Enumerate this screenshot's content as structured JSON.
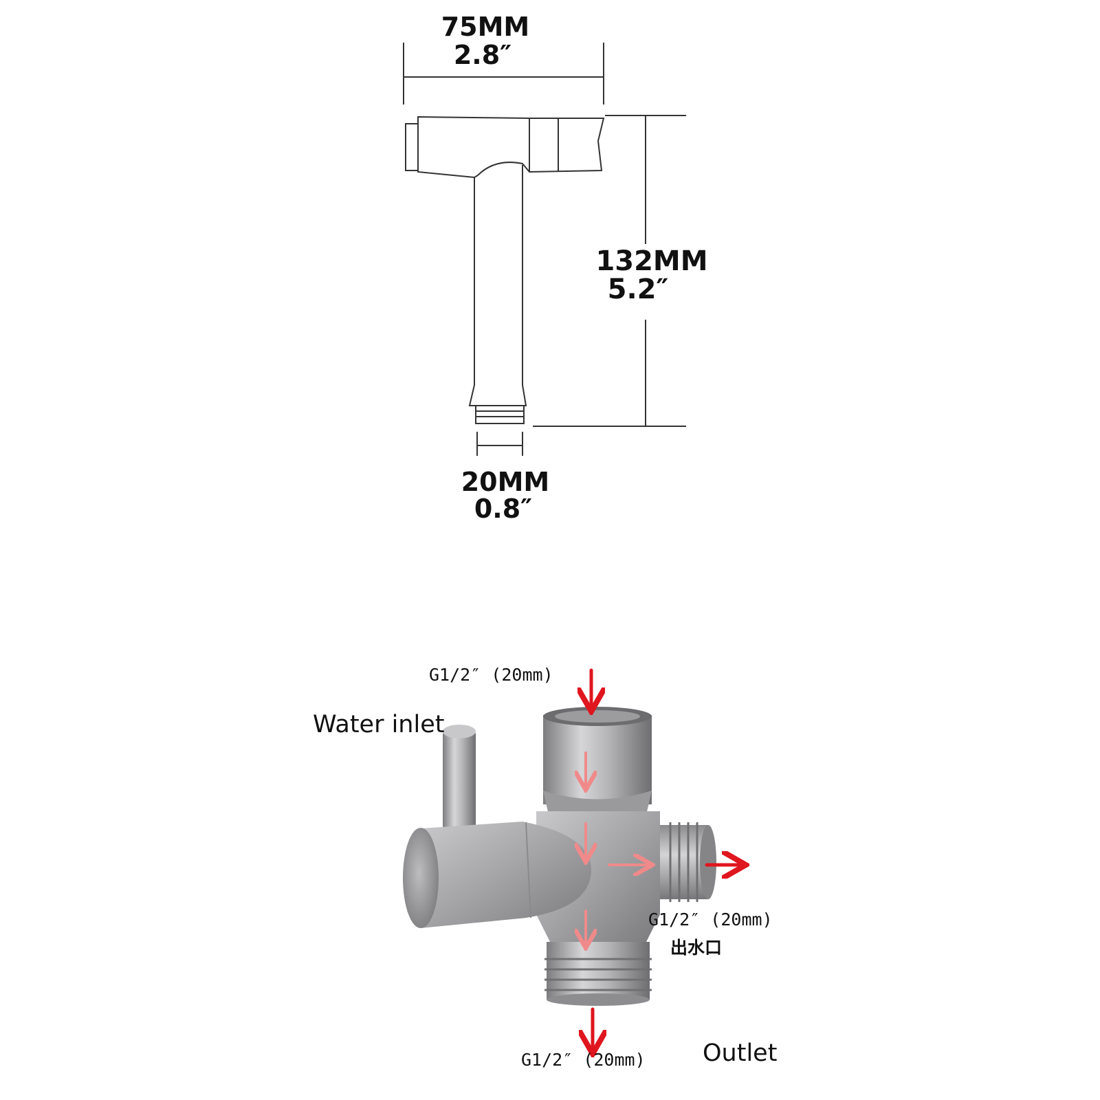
{
  "sprayer": {
    "width_mm": "75MM",
    "width_in": "2.8″",
    "height_mm": "132MM",
    "height_in": "5.2″",
    "thread_mm": "20MM",
    "thread_in": "0.8″"
  },
  "valve": {
    "top_port": "G1/2″ (20mm)",
    "water_inlet": "Water inlet",
    "side_port": "G1/2″ (20mm)",
    "side_port_cn": "出水口",
    "bottom_port": "G1/2″ (20mm)",
    "outlet": "Outlet"
  },
  "colors": {
    "line": "#333333",
    "metal": "#a9a9ab",
    "arrow": "#e0161e"
  }
}
